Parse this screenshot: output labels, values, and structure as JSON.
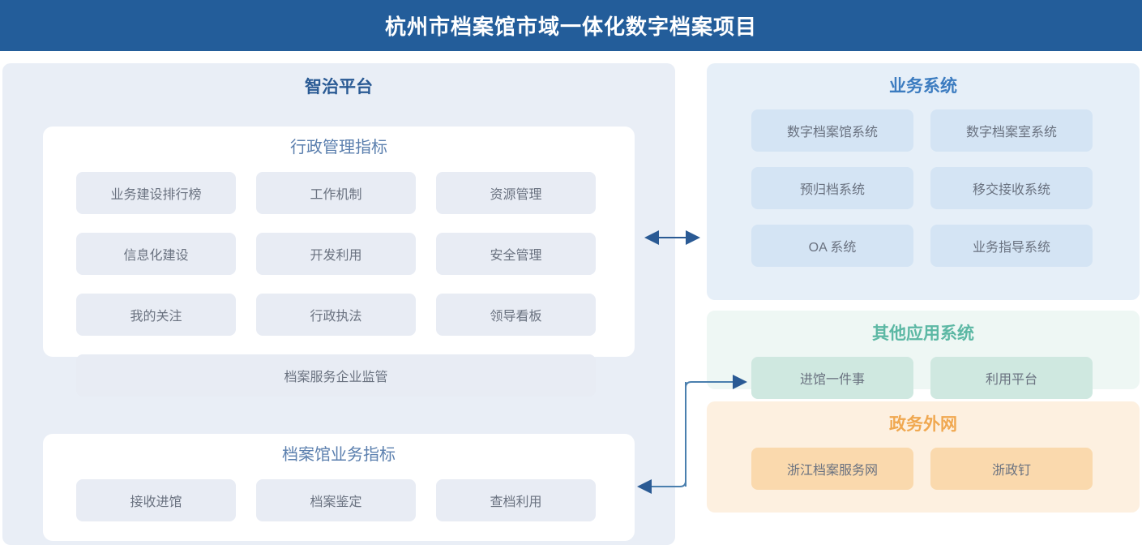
{
  "header": {
    "title": "杭州市档案馆市域一体化数字档案项目"
  },
  "left_panel": {
    "heading": "智治平台",
    "cards": [
      {
        "title": "行政管理指标",
        "tiles": [
          "业务建设排行榜",
          "工作机制",
          "资源管理",
          "信息化建设",
          "开发利用",
          "安全管理",
          "我的关注",
          "行政执法",
          "领导看板"
        ],
        "wide_tile": "档案服务企业监管"
      },
      {
        "title": "档案馆业务指标",
        "tiles": [
          "接收进馆",
          "档案鉴定",
          "查档利用"
        ]
      }
    ]
  },
  "right_panels": [
    {
      "heading": "业务系统",
      "tiles": [
        "数字档案馆系统",
        "数字档案室系统",
        "预归档系统",
        "移交接收系统",
        "OA 系统",
        "业务指导系统"
      ]
    },
    {
      "heading": "其他应用系统",
      "tiles": [
        "进馆一件事",
        "利用平台"
      ]
    },
    {
      "heading": "政务外网",
      "tiles": [
        "浙江档案服务网",
        "浙政钉"
      ]
    }
  ],
  "connectors": [
    {
      "name": "bidirectional-platform-business",
      "type": "double-arrow",
      "from": "智治平台",
      "to": "业务系统"
    },
    {
      "name": "elbow-platform-other-apps",
      "type": "elbow-arrow",
      "from": "智治平台",
      "to": "进馆一件事"
    },
    {
      "name": "elbow-other-apps-platform",
      "type": "elbow-arrow",
      "from": "其他应用系统",
      "to": "查档利用"
    }
  ],
  "colors": {
    "header_bg": "#235d9a",
    "platform_bg": "#e9eef6",
    "business_bg": "#e6eff8",
    "other_bg": "#eef7f4",
    "gov_bg": "#fdf0e0",
    "tile_gray": "#e8ecf4",
    "tile_blue": "#d4e4f4",
    "tile_green": "#cfe8e0",
    "tile_orange": "#fad9ad",
    "arrow": "#2a5a94",
    "heading_blue_dark": "#2a5a94",
    "heading_blue": "#3c7cc0",
    "heading_green": "#5cb8a4",
    "heading_orange": "#f0a850",
    "card_title": "#5b7fae",
    "tile_text": "#6a7280"
  }
}
